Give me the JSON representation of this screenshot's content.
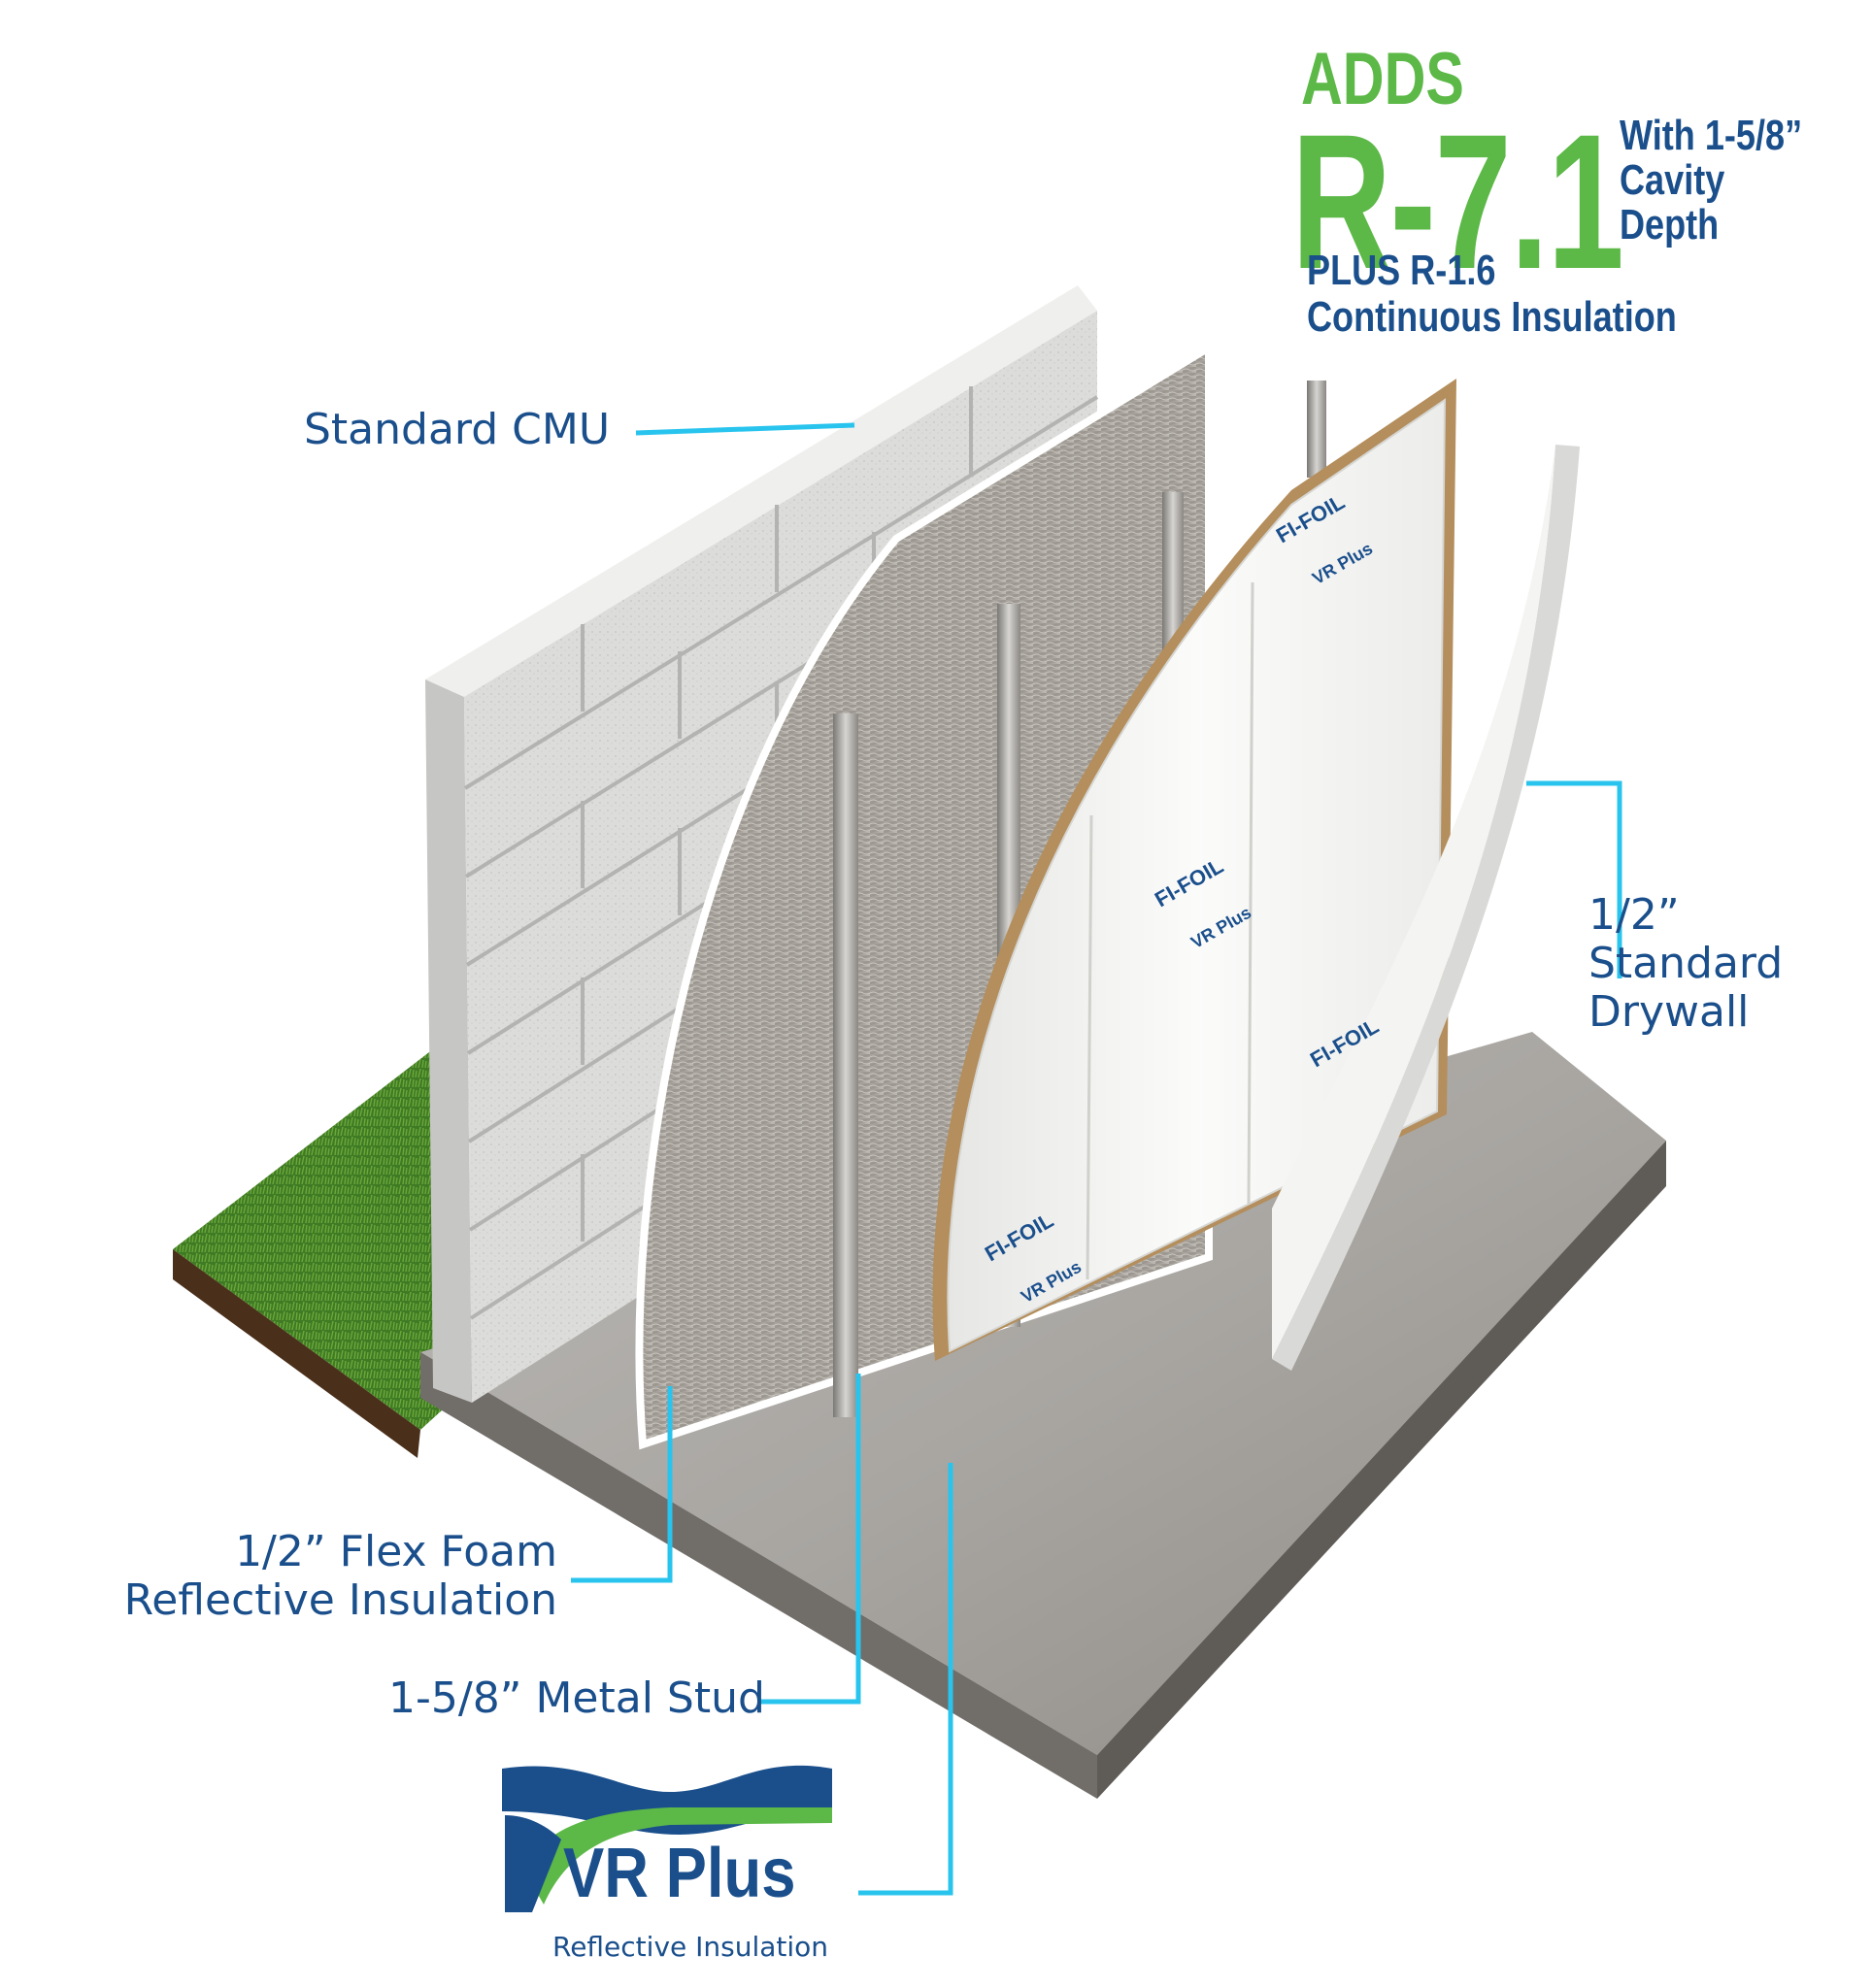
{
  "headline": {
    "adds": "ADDS",
    "rvalue": "R-7.1",
    "cavity_lines": [
      "With 1-5/8”",
      "Cavity",
      "Depth"
    ],
    "plus_lines": [
      "PLUS R-1.6",
      "Continuous Insulation"
    ]
  },
  "labels": {
    "cmu": "Standard CMU",
    "drywall_lines": [
      "1/2”",
      "Standard",
      "Drywall"
    ],
    "flex_foam_lines": [
      "1/2” Flex Foam",
      "Reflective Insulation"
    ],
    "metal_stud": "1-5/8” Metal Stud"
  },
  "product_print": {
    "brand": "FI-FOIL",
    "product": "VR Plus"
  },
  "logo": {
    "name": "VR Plus",
    "tagline": "Reflective Insulation"
  },
  "colors": {
    "callout": "#29c4ee",
    "navy": "#1a4f8c",
    "green": "#5cb847"
  }
}
